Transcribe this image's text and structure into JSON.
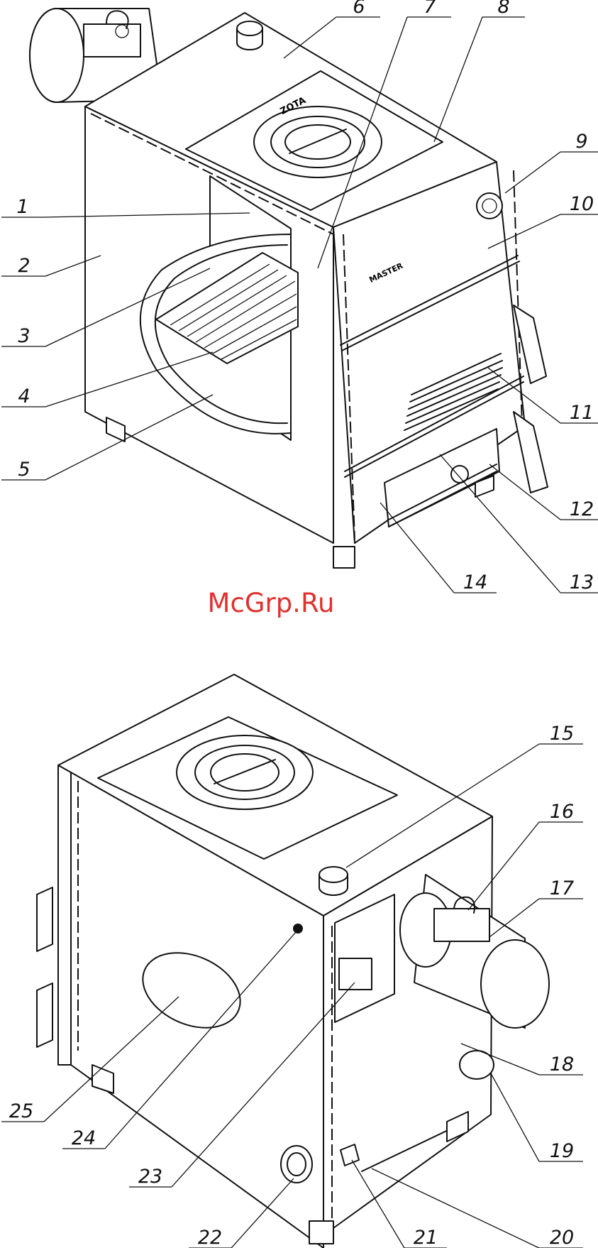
{
  "watermark": "McGrp.Ru",
  "top_view": {
    "callouts": [
      {
        "n": "1"
      },
      {
        "n": "2"
      },
      {
        "n": "3"
      },
      {
        "n": "4"
      },
      {
        "n": "5"
      },
      {
        "n": "6"
      },
      {
        "n": "7"
      },
      {
        "n": "8"
      },
      {
        "n": "9"
      },
      {
        "n": "10"
      },
      {
        "n": "11"
      },
      {
        "n": "12"
      },
      {
        "n": "13"
      },
      {
        "n": "14"
      }
    ]
  },
  "bottom_view": {
    "callouts": [
      {
        "n": "15"
      },
      {
        "n": "16"
      },
      {
        "n": "17"
      },
      {
        "n": "18"
      },
      {
        "n": "19"
      },
      {
        "n": "20"
      },
      {
        "n": "21"
      },
      {
        "n": "22"
      },
      {
        "n": "23"
      },
      {
        "n": "24"
      },
      {
        "n": "25"
      }
    ]
  },
  "logo_text": "ZOTA",
  "model_text": "MASTER",
  "colors": {
    "lines": "#111111",
    "watermark": "#e0312f",
    "background": "#ffffff"
  }
}
